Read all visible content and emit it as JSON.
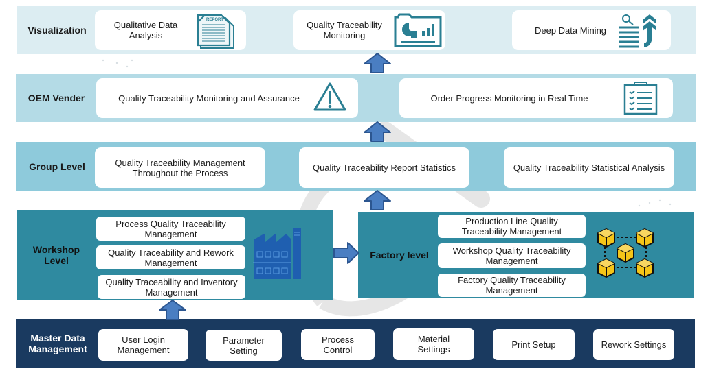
{
  "layers": {
    "visualization": {
      "label": "Visualization",
      "items": [
        {
          "text": "Qualitative Data Analysis",
          "icon": "report-document-icon"
        },
        {
          "text": "Quality Traceability Monitoring",
          "icon": "dashboard-chart-icon"
        },
        {
          "text": "Deep Data Mining",
          "icon": "data-mining-search-arrow-icon"
        }
      ]
    },
    "oem_vender": {
      "label": "OEM Vender",
      "items": [
        {
          "text": "Quality Traceability Monitoring and Assurance",
          "icon": "warning-triangle-icon"
        },
        {
          "text": "Order Progress Monitoring in Real Time",
          "icon": "clipboard-checklist-icon"
        }
      ]
    },
    "group_level": {
      "label": "Group Level",
      "items": [
        {
          "text": "Quality Traceability Management Throughout the Process"
        },
        {
          "text": "Quality Traceability Report Statistics"
        },
        {
          "text": "Quality Traceability Statistical Analysis"
        }
      ]
    },
    "workshop_level": {
      "label": "Workshop Level",
      "icon": "factory-icon",
      "items": [
        {
          "text": "Process Quality Traceability Management"
        },
        {
          "text": "Quality Traceability and Rework Management"
        },
        {
          "text": "Quality Traceability and Inventory Management"
        }
      ]
    },
    "factory_level": {
      "label": "Factory level",
      "icon": "blockchain-cubes-icon",
      "items": [
        {
          "text": "Production Line Quality Traceability Management"
        },
        {
          "text": "Workshop Quality Traceability Management"
        },
        {
          "text": "Factory Quality Traceability Management"
        }
      ]
    },
    "master_data": {
      "label": "Master Data Management",
      "items": [
        {
          "text": "User Login Management"
        },
        {
          "text": "Parameter Setting"
        },
        {
          "text": "Process Control"
        },
        {
          "text": "Material Settings"
        },
        {
          "text": "Print Setup"
        },
        {
          "text": "Rework Settings"
        }
      ]
    }
  },
  "colors": {
    "visualization_band": "#dcedf2",
    "oem_band": "#b4dbe6",
    "group_band": "#8ecadb",
    "workshop_band": "#2f8aa0",
    "factory_band": "#2f8aa0",
    "master_band": "#1a3a60",
    "icon_teal": "#2a7f93",
    "arrow_fill": "#4a7ec2",
    "arrow_stroke": "#2c5690",
    "factory_icon": "#1f5fb0",
    "cube_fill": "#f5c518"
  }
}
